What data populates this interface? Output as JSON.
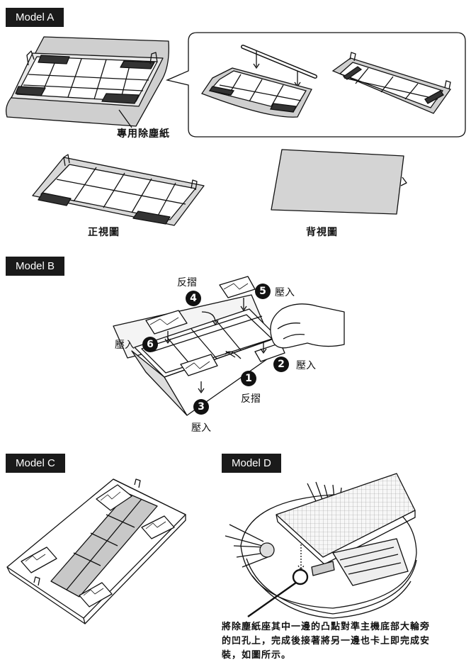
{
  "sections": {
    "model_a": {
      "label": "Model A",
      "callout": "專用除塵紙",
      "front_view": "正視圖",
      "back_view": "背視圖"
    },
    "model_b": {
      "label": "Model B",
      "steps": [
        {
          "num": "1",
          "action": "反摺"
        },
        {
          "num": "2",
          "action": "壓入"
        },
        {
          "num": "3",
          "action": "壓入"
        },
        {
          "num": "4",
          "action": "反摺"
        },
        {
          "num": "5",
          "action": "壓入"
        },
        {
          "num": "6",
          "action": "壓入"
        }
      ]
    },
    "model_c": {
      "label": "Model C"
    },
    "model_d": {
      "label": "Model D",
      "instruction": "將除塵紙座其中一邊的凸點對準主機底部大輪旁的凹孔上，完成後接著將另一邊也卡上即完成安裝，如圖所示。"
    }
  }
}
